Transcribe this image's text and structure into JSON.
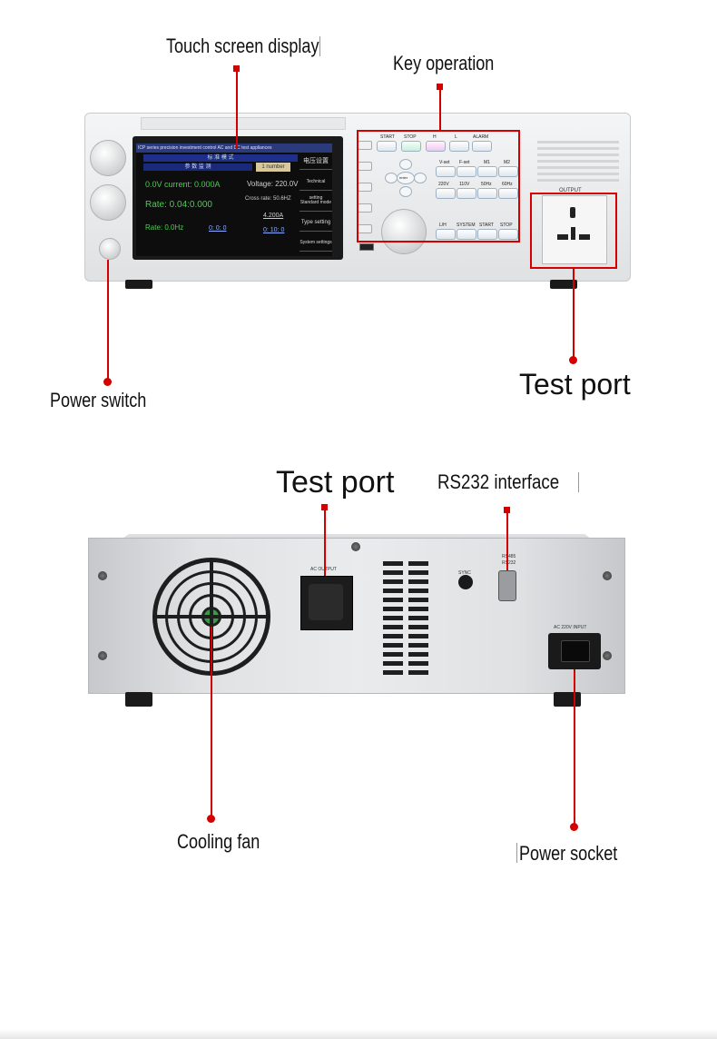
{
  "callouts": {
    "touch_screen": "Touch screen display",
    "key_operation": "Key operation",
    "power_switch": "Power switch",
    "test_port_front": "Test port",
    "test_port_rear": "Test port",
    "rs232": "RS232 interface",
    "cooling_fan": "Cooling fan",
    "power_socket": "Power socket"
  },
  "front_screen": {
    "title": "ICP series precision investment control AC and DC test appliances",
    "header": "标 准 模 式",
    "subheader": "参 数 监 测",
    "number": "1 number",
    "voltage_current": "0.0V current: 0.000A",
    "voltage": "Voltage: 220.0V",
    "rate": "Rate: 0.04:0.000",
    "cross_rate": "Cross rate: 50.6HZ",
    "rate2": "Rate: 0.0Hz",
    "current_set": "4.200A",
    "time1": "0: 0: 0",
    "time2": "0: 10: 0",
    "menu": [
      "电压设置",
      "Technical setting",
      "Standard mode",
      "Type setting",
      "System settings"
    ]
  },
  "front_keys": {
    "top_row": [
      "START",
      "STOP",
      "H",
      "L",
      "ALARM"
    ],
    "row2": [
      "V-set",
      "F-set",
      "M1",
      "M2"
    ],
    "row3": [
      "220V",
      "110V",
      "50Hz",
      "60Hz"
    ],
    "row4": [
      "L/H",
      "SYSTEM",
      "START",
      "STOP"
    ],
    "enter": "enter"
  },
  "front_output_label": "OUTPUT",
  "rear_labels": {
    "ac_output": "AC OUTPUT",
    "sync": "SYNC",
    "rs485": "RS485",
    "rs232": "RS232",
    "ac_input": "AC  220V  INPUT"
  }
}
